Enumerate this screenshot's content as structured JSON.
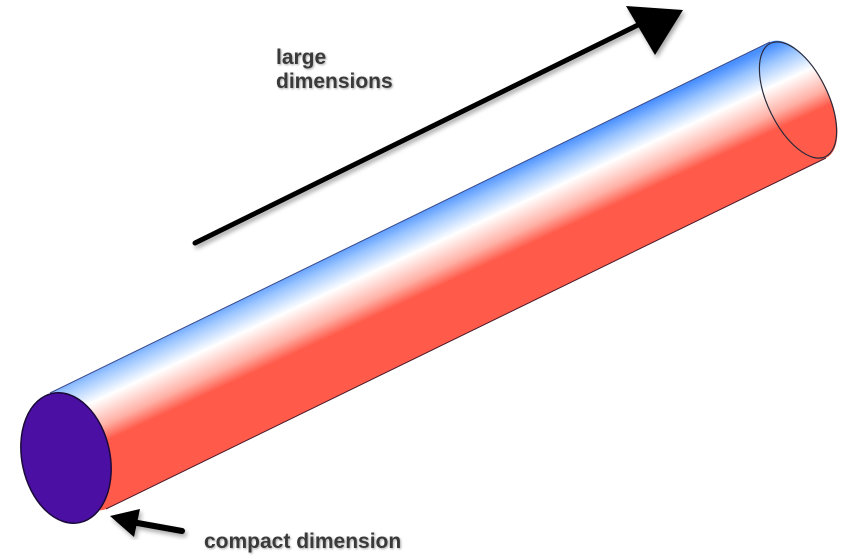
{
  "labels": {
    "large_line1": "large",
    "large_line2": "dimensions",
    "compact": "compact dimension"
  },
  "colors": {
    "cylinder_top": "#4a90ff",
    "cylinder_mid": "#ffffff",
    "cylinder_bottom": "#ff5a4a",
    "end_cap": "#4b0fa3",
    "arrow": "#000000"
  }
}
